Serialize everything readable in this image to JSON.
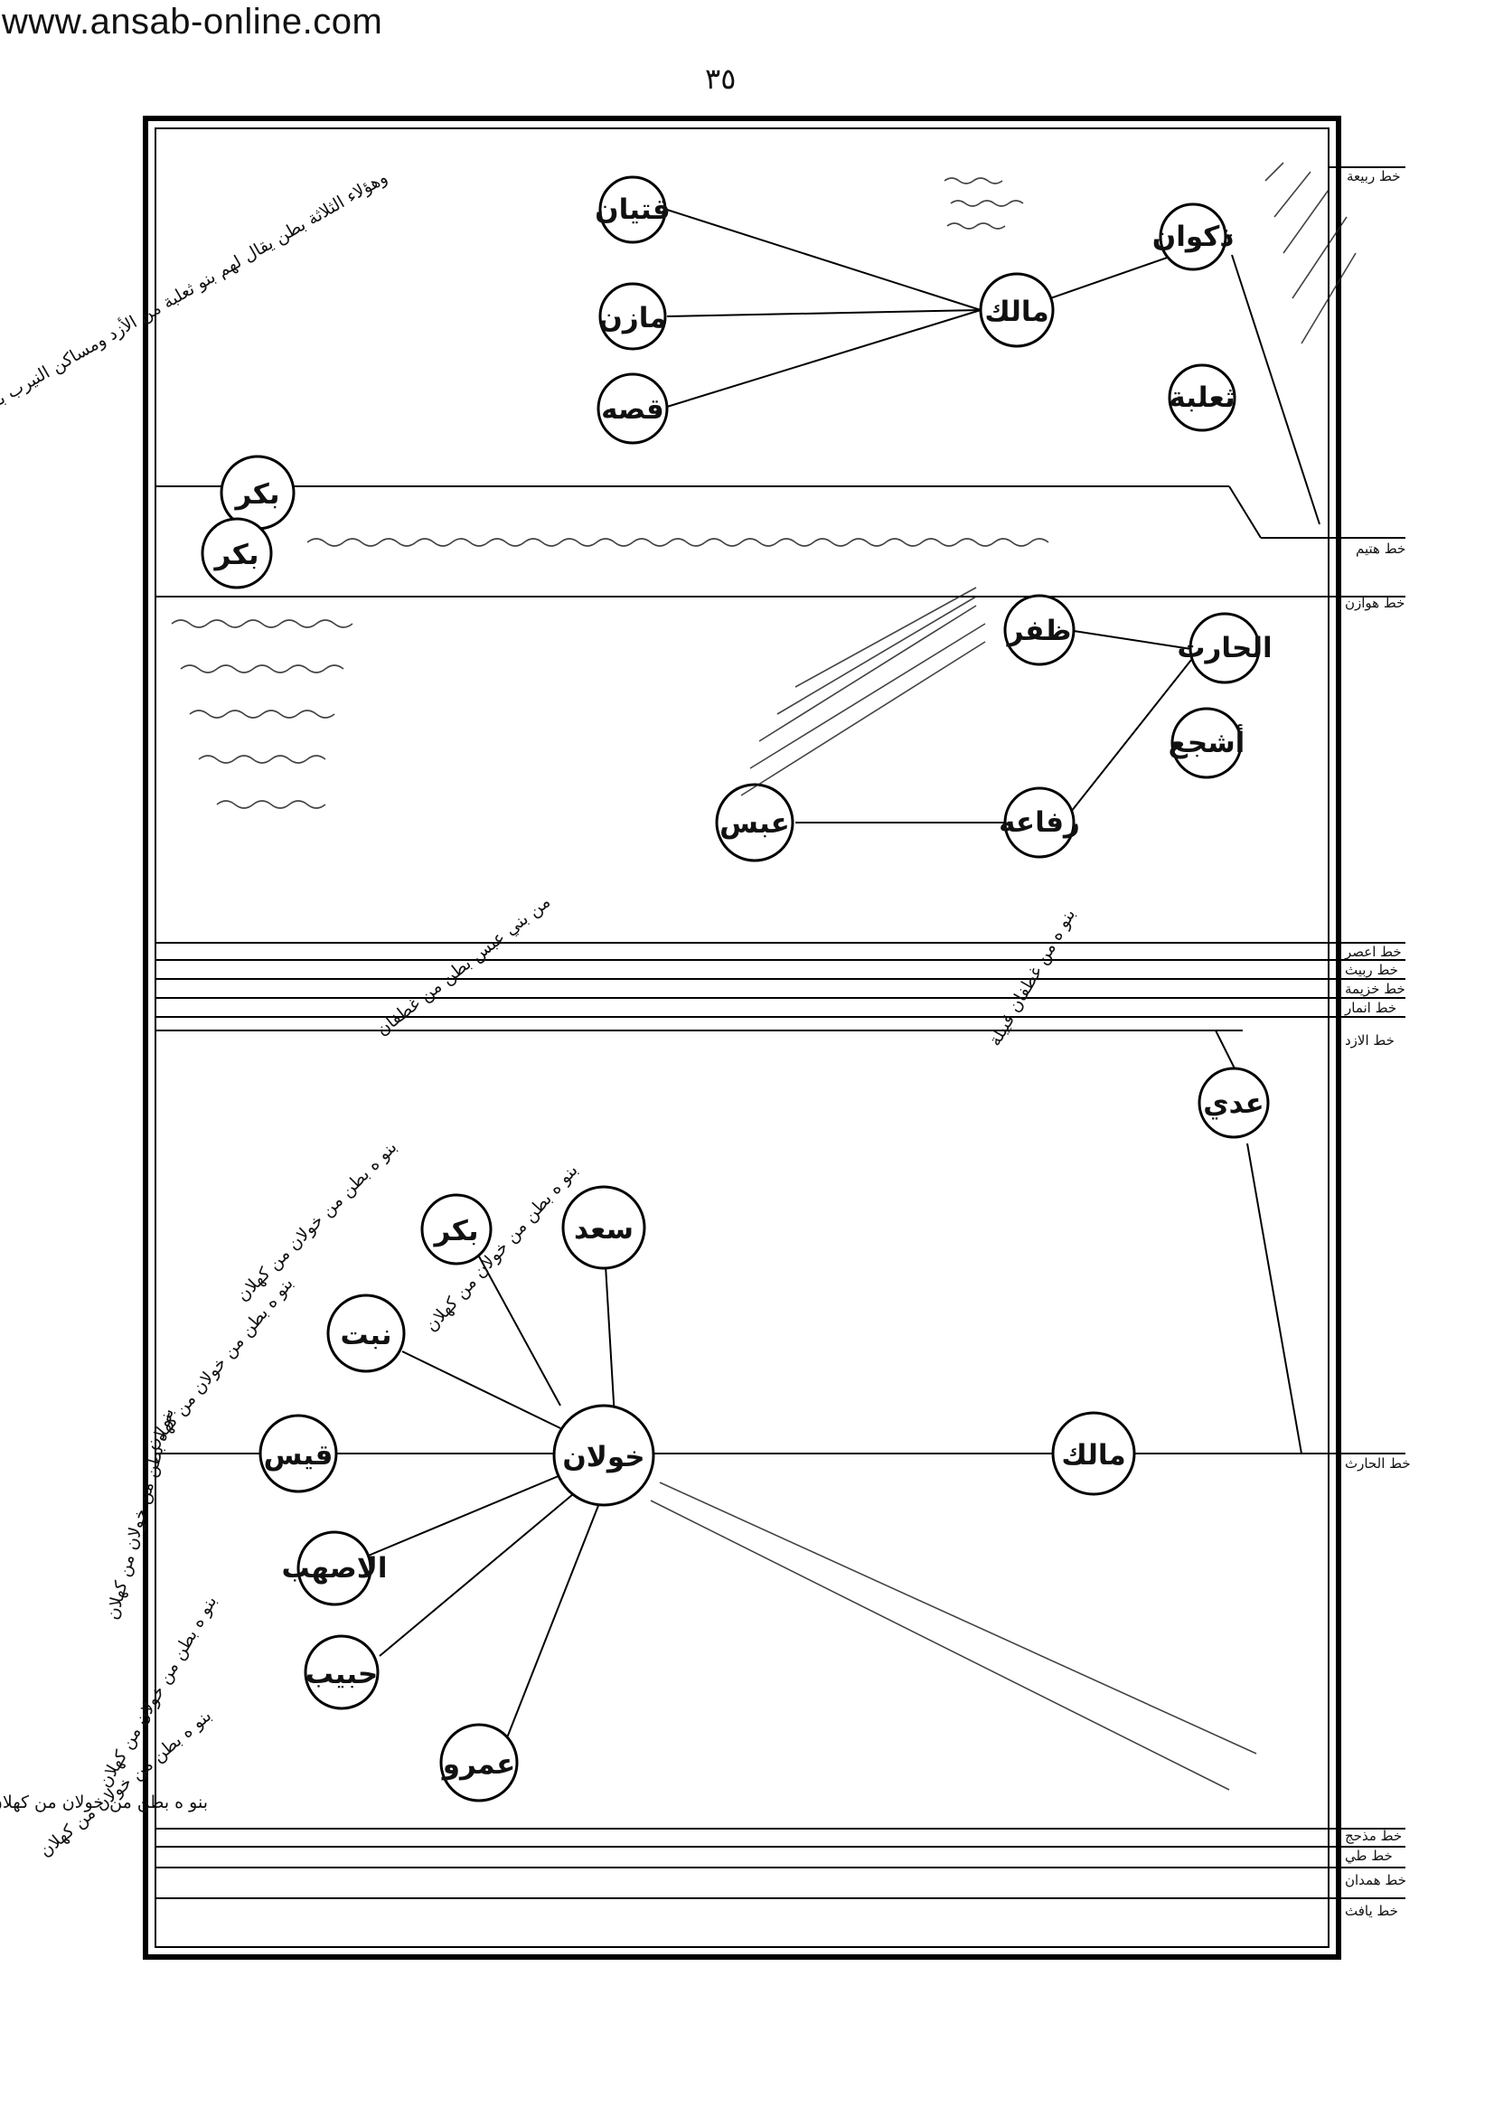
{
  "header": {
    "site_url": "www.ansab-online.com",
    "page_number": "٣٥"
  },
  "right_line_labels": [
    "خط ربيعة",
    "خط هتيم",
    "خط هوازن",
    "خط اعصر",
    "خط ربيث",
    "خط خزيمة",
    "خط انمار",
    "خط الازد",
    "خط الحارث",
    "خط مذحج",
    "خط طي",
    "خط همدان",
    "خط يافث"
  ],
  "nodes": {
    "thakwan": "ذكوان",
    "thalaba": "ثعلبة",
    "malik_top": "مالك",
    "qatyan": "قتيان",
    "mazin": "مازن",
    "qusayya": "قصه",
    "bakr_1": "بكر",
    "bakr_2": "بكر",
    "harith": "الحارث",
    "zafar": "ظفر",
    "ashja": "أشجع",
    "rifaa": "رفاعه",
    "abs": "عبس",
    "adi": "عدي",
    "malik_bottom": "مالك",
    "khawlan": "خولان",
    "saad": "سعد",
    "bakr_3": "بكر",
    "nabt": "نبت",
    "qays": "قيس",
    "asahib": "الاصهب",
    "habib": "حبيب",
    "amr": "عمرو"
  },
  "notes": {
    "mazin_group": "وهؤلاء الثلاثة بطن يقال لهم بنو ثعلبة من الأزد ومساكن النيرب بالمدينة",
    "saad_note": "بنو ه بطن من خولان من كهلان",
    "bakr_note": "بنو ه بطن من خولان من كهلان",
    "nabt_note": "بنو ه بطن من خولان من كهلان",
    "qays_note": "بنو ه بطن من خولان من كهلان",
    "asahib_note": "بنو ه بطن من خولان من كهلان",
    "habib_note": "بنو ه بطن من خولان من كهلان",
    "amr_note": "بنو ه بطن من خولان من كهلان",
    "ashja_note": "بنو ه من غطفان قبيلة",
    "abs_note": "من بني عبس بطن من غطفان"
  }
}
